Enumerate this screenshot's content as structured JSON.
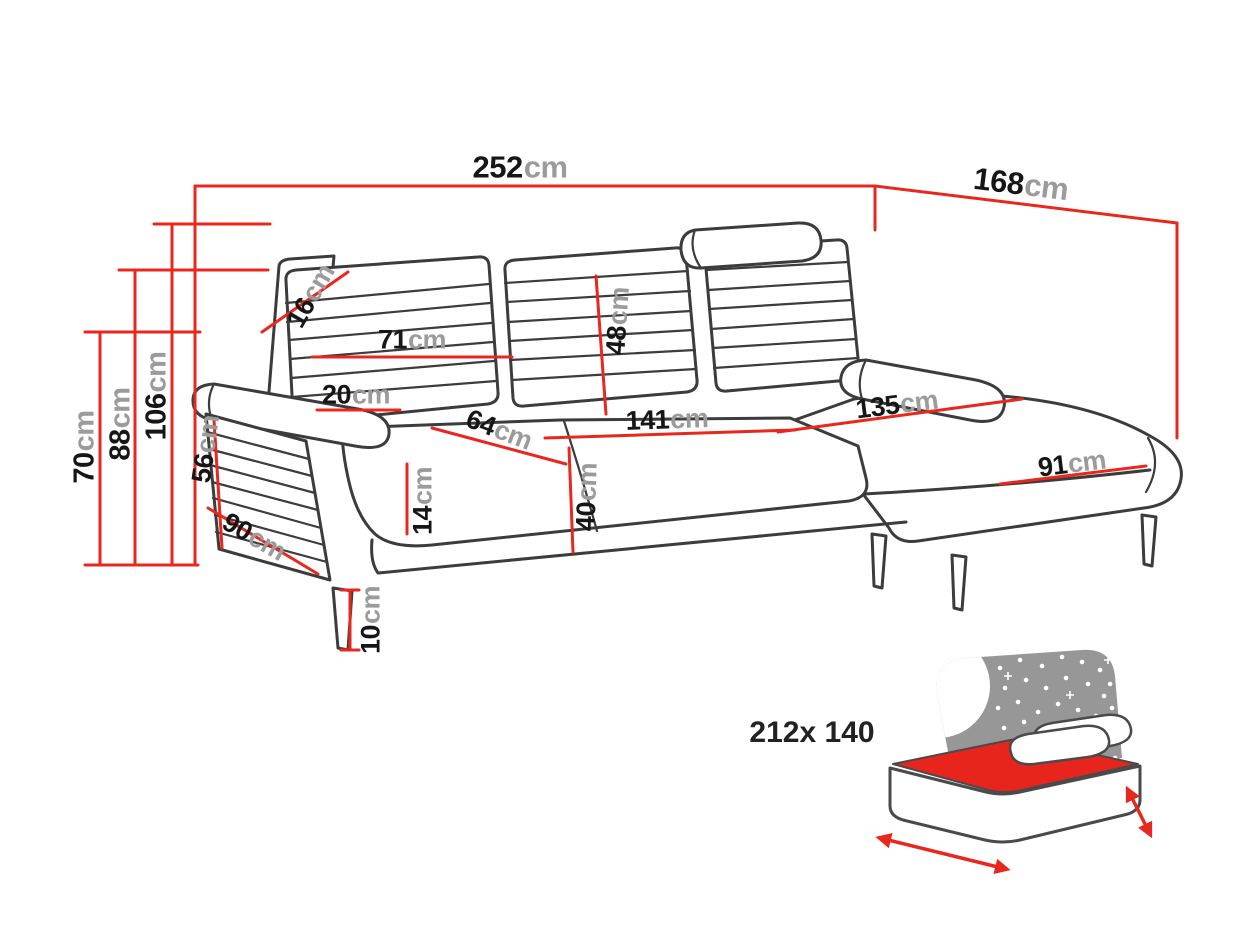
{
  "diagram": {
    "type": "corner-sofa-dimension-drawing",
    "unit": "cm",
    "sleeping_area_label": "212x 140"
  },
  "icons": {
    "sleeping_function": "bed-with-mattress-icon"
  },
  "colors": {
    "dimension_line": "#e8281e",
    "outline": "#3c3c3c",
    "value_text": "#161616",
    "unit_text": "#9b9b9b",
    "mattress": "#e8251d",
    "headboard": "#979797"
  },
  "dims": {
    "d252": {
      "value": "252",
      "unit": "cm"
    },
    "d168": {
      "value": "168",
      "unit": "cm"
    },
    "d70": {
      "value": "70",
      "unit": "cm"
    },
    "d88": {
      "value": "88",
      "unit": "cm"
    },
    "d106": {
      "value": "106",
      "unit": "cm"
    },
    "d16": {
      "value": "16",
      "unit": "cm"
    },
    "d71": {
      "value": "71",
      "unit": "cm"
    },
    "d48": {
      "value": "48",
      "unit": "cm"
    },
    "d20": {
      "value": "20",
      "unit": "cm"
    },
    "d64": {
      "value": "64",
      "unit": "cm"
    },
    "d141": {
      "value": "141",
      "unit": "cm"
    },
    "d135": {
      "value": "135",
      "unit": "cm"
    },
    "d56": {
      "value": "56",
      "unit": "cm"
    },
    "d14": {
      "value": "14",
      "unit": "cm"
    },
    "d40": {
      "value": "40",
      "unit": "cm"
    },
    "d91": {
      "value": "91",
      "unit": "cm"
    },
    "d90": {
      "value": "90",
      "unit": "cm"
    },
    "d10": {
      "value": "10",
      "unit": "cm"
    }
  }
}
